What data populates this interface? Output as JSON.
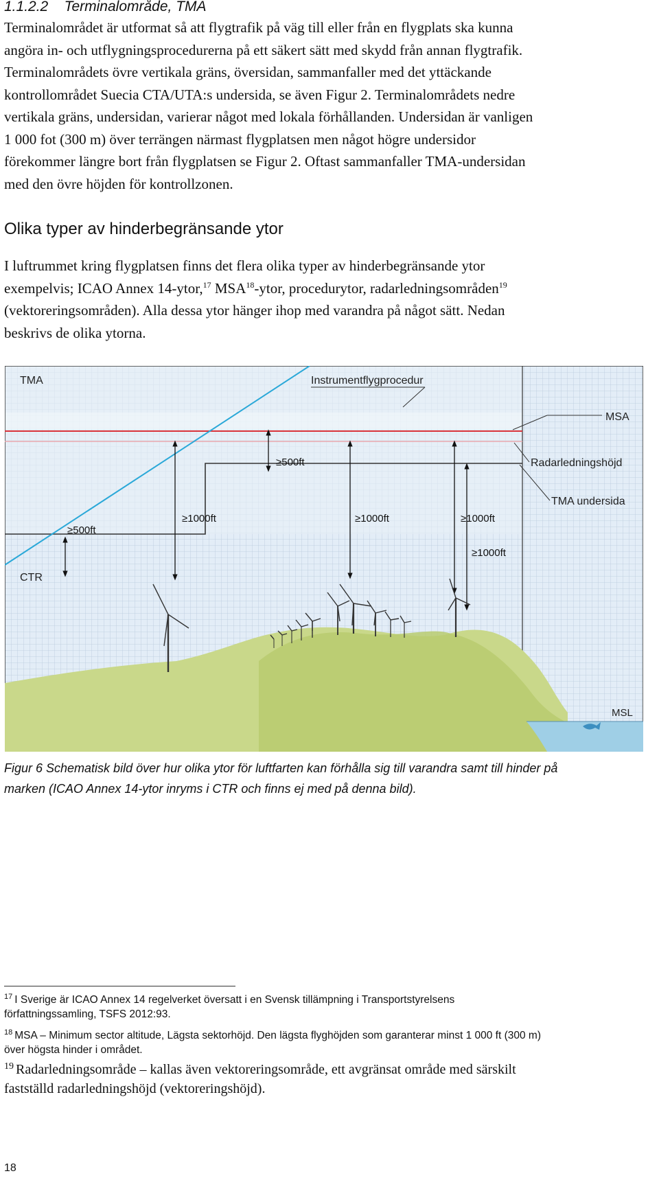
{
  "section": {
    "number": "1.1.2.2",
    "title": "Terminalområde, TMA",
    "paragraph_lines": [
      "Terminalområdet är utformat så att flygtrafik på väg till eller från en flygplats ska kunna",
      "angöra in- och utflygningsprocedurerna på ett säkert sätt med skydd från annan flygtrafik.",
      "Terminalområdets övre vertikala gräns, översidan, sammanfaller med det yttäckande",
      "kontrollområdet Suecia CTA/UTA:s undersida, se även Figur 2. Terminalområdets nedre",
      "vertikala gräns, undersidan, varierar något med lokala förhållanden. Undersidan är vanligen",
      "1 000 fot (300 m) över terrängen närmast flygplatsen men något högre undersidor",
      "förekommer längre bort från flygplatsen se Figur 2. Oftast sammanfaller TMA-undersidan",
      "med den övre höjden för kontrollzonen."
    ]
  },
  "subheading": "Olika typer av hinderbegränsande ytor",
  "para2": {
    "line1": "I luftrummet kring flygplatsen finns det flera olika typer av hinderbegränsande ytor",
    "line2_a": "exempelvis; ICAO Annex 14-ytor,",
    "fn17": "17",
    "line2_b": " MSA",
    "fn18": "18",
    "line2_c": "-ytor, procedurytor, radarledningsområden",
    "fn19": "19",
    "line3": "(vektoreringsområden). Alla dessa ytor hänger ihop med varandra på något sätt. Nedan",
    "line4": "beskrivs de olika ytorna."
  },
  "figure": {
    "labels": {
      "tma": "TMA",
      "ctr": "CTR",
      "instrument": "Instrumentflygprocedur",
      "msa": "MSA",
      "radar": "Radarledningshöjd",
      "tma_under": "TMA undersida",
      "msl": "MSL",
      "h500_ctr": "≥500ft",
      "h500_top": "≥500ft",
      "h1000_a": "≥1000ft",
      "h1000_b": "≥1000ft",
      "h1000_c": "≥1000ft",
      "h1000_d": "≥1000ft"
    },
    "colors": {
      "sky": "#e2ecf6",
      "grid": "#a9bfd5",
      "grass": "#c9d88a",
      "hill": "#b9cb6e",
      "water": "#9fcfe6",
      "msa_line": "#d9333a",
      "radar_line": "#e8a7ad",
      "procedure": "#2aa8d8"
    }
  },
  "caption": {
    "line1": "Figur 6 Schematisk bild över hur olika ytor för luftfarten kan förhålla sig till varandra samt till hinder på",
    "line2": "marken (ICAO Annex 14-ytor inryms i CTR och finns ej med på denna bild)."
  },
  "footnotes": {
    "fn17_num": "17",
    "fn17_l1": "I Sverige är ICAO Annex 14 regelverket översatt i en Svensk tillämpning i Transportstyrelsens",
    "fn17_l2": "författningssamling, TSFS 2012:93.",
    "fn18_num": "18",
    "fn18_l1": "MSA – Minimum sector altitude, Lägsta sektorhöjd. Den lägsta flyghöjden som garanterar minst 1 000 ft (300 m)",
    "fn18_l2": "över högsta hinder i området.",
    "fn19_num": "19",
    "fn19_l1": "Radarledningsområde – kallas även vektoreringsområde, ett avgränsat område med särskilt",
    "fn19_l2": "fastställd radarledningshöjd (vektoreringshöjd)."
  },
  "page_number": "18"
}
